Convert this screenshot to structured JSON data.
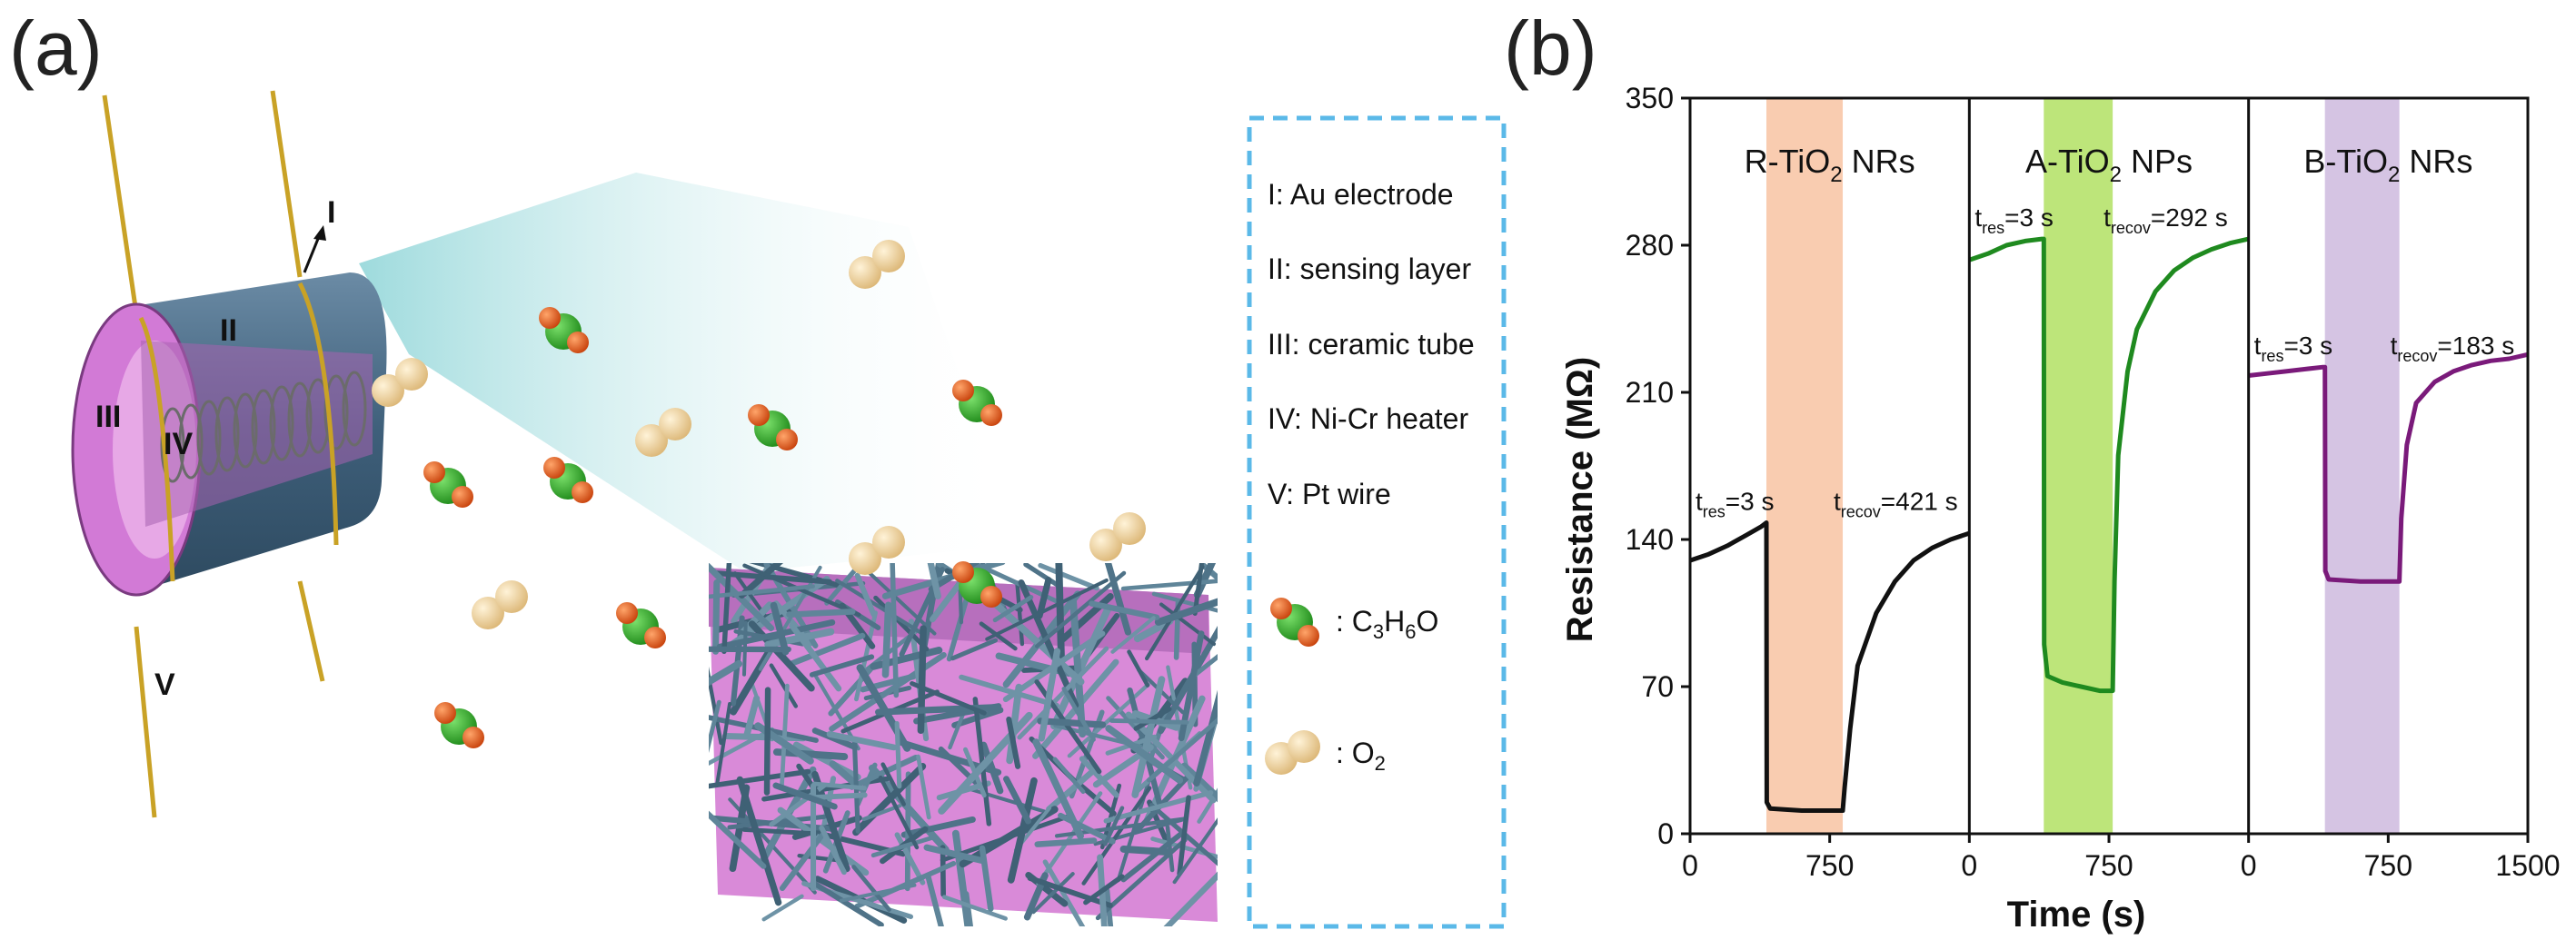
{
  "panel_a": {
    "label": "(a)",
    "tube_labels": {
      "I": "I",
      "II": "II",
      "III": "III",
      "IV": "IV",
      "V": "V"
    },
    "legend": {
      "items": [
        "I: Au electrode",
        "II: sensing layer",
        "III:  ceramic tube",
        "IV: Ni-Cr heater",
        "V: Pt wire"
      ],
      "acetone": {
        "prefix": ": C",
        "s1": "3",
        "mid1": "H",
        "s2": "6",
        "suffix": "O"
      },
      "oxygen": {
        "prefix": ": O",
        "s1": "2"
      }
    },
    "colors": {
      "tube_outer": "#4a6c86",
      "tube_inner": "#d87ddc",
      "electrode": "#c9a226",
      "needle": "#587c93",
      "base": "#d98ad8",
      "cyan_beam": "#8fd3d6",
      "legend_border": "#5bb9e8",
      "carbon": "#35a82c",
      "acetone_o": "#e0671f",
      "o2": "#f0d39c"
    }
  },
  "panel_b": {
    "label": "(b)",
    "chart_data": {
      "type": "line",
      "ylabel": "Resistance (MΩ)",
      "xlabel": "Time (s)",
      "ylim": [
        0,
        350
      ],
      "yticks": [
        "0",
        "70",
        "140",
        "210",
        "280",
        "350"
      ],
      "panels": [
        {
          "title": {
            "a": "R-TiO",
            "b": "2",
            "c": " NRs"
          },
          "xlim": [
            0,
            1500
          ],
          "xticks": [
            "0",
            "750"
          ],
          "gas_window": [
            410,
            820
          ],
          "color": "#111111",
          "band_color": "#f9ccb0",
          "t_res": {
            "t": "t",
            "sub": "res",
            "val": "=3 s"
          },
          "t_recov": {
            "t": "t",
            "sub": "recov",
            "val": "=421 s"
          },
          "x": [
            0,
            100,
            200,
            300,
            380,
            410,
            412,
            430,
            600,
            800,
            820,
            830,
            860,
            900,
            1000,
            1100,
            1200,
            1300,
            1400,
            1500
          ],
          "y": [
            130,
            133,
            137,
            142,
            146,
            148,
            15,
            12,
            11,
            11,
            11,
            22,
            50,
            80,
            105,
            120,
            130,
            136,
            140,
            143
          ]
        },
        {
          "title": {
            "a": "A-TiO",
            "b": "2",
            "c": " NPs"
          },
          "xlim": [
            0,
            1500
          ],
          "xticks": [
            "0",
            "750"
          ],
          "gas_window": [
            400,
            770
          ],
          "color": "#1f8a1f",
          "band_color": "#bde57a",
          "t_res": {
            "t": "t",
            "sub": "res",
            "val": "=3 s"
          },
          "t_recov": {
            "t": "t",
            "sub": "recov",
            "val": "=292 s"
          },
          "x": [
            0,
            100,
            200,
            300,
            390,
            400,
            402,
            420,
            500,
            600,
            700,
            770,
            780,
            800,
            850,
            900,
            1000,
            1100,
            1200,
            1300,
            1400,
            1500
          ],
          "y": [
            273,
            276,
            280,
            282,
            283,
            283,
            90,
            75,
            72,
            70,
            68,
            68,
            120,
            180,
            220,
            240,
            258,
            268,
            274,
            278,
            281,
            283
          ]
        },
        {
          "title": {
            "a": "B-TiO",
            "b": "2",
            "c": " NRs"
          },
          "xlim": [
            0,
            1500
          ],
          "xticks": [
            "0",
            "750",
            "1500"
          ],
          "gas_window": [
            410,
            810
          ],
          "color": "#7a1a7a",
          "band_color": "#d5c4e3",
          "t_res": {
            "t": "t",
            "sub": "res",
            "val": "=3 s"
          },
          "t_recov": {
            "t": "t",
            "sub": "recov",
            "val": "=183 s"
          },
          "x": [
            0,
            100,
            200,
            300,
            400,
            410,
            412,
            430,
            600,
            800,
            810,
            820,
            850,
            900,
            1000,
            1100,
            1200,
            1300,
            1400,
            1500
          ],
          "y": [
            218,
            219,
            220,
            221,
            222,
            222,
            125,
            121,
            120,
            120,
            120,
            150,
            185,
            205,
            215,
            220,
            223,
            225,
            226,
            228
          ]
        }
      ]
    }
  }
}
